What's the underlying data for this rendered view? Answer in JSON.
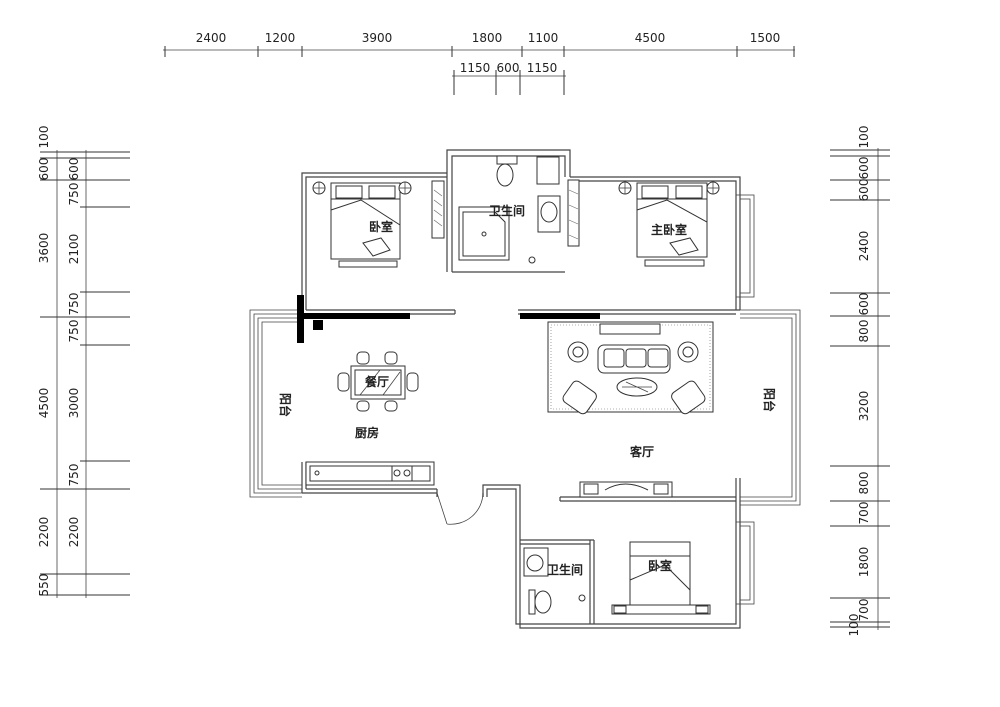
{
  "dimensions": {
    "top_row1": [
      "2400",
      "1200",
      "3900",
      "1800",
      "1100",
      "4500",
      "1500"
    ],
    "top_row2": [
      "1150",
      "600",
      "1150"
    ],
    "left_outer": [
      "100",
      "600",
      "3600",
      "4500",
      "2200",
      "550"
    ],
    "left_inner": [
      "600",
      "750",
      "2100",
      "750",
      "750",
      "3000",
      "750",
      "2200"
    ],
    "right": [
      "100",
      "600",
      "600",
      "2400",
      "600",
      "800",
      "3200",
      "800",
      "700",
      "1800",
      "700",
      "100"
    ]
  },
  "rooms": {
    "bedroom_top_left": "卧室",
    "bathroom_top": "卫生间",
    "master_bedroom": "主卧室",
    "dining": "餐厅",
    "balcony_left": "阳台",
    "kitchen": "厨房",
    "living": "客厅",
    "balcony_right": "阳台",
    "bathroom_bottom": "卫生间",
    "bedroom_bottom": "卧室"
  }
}
